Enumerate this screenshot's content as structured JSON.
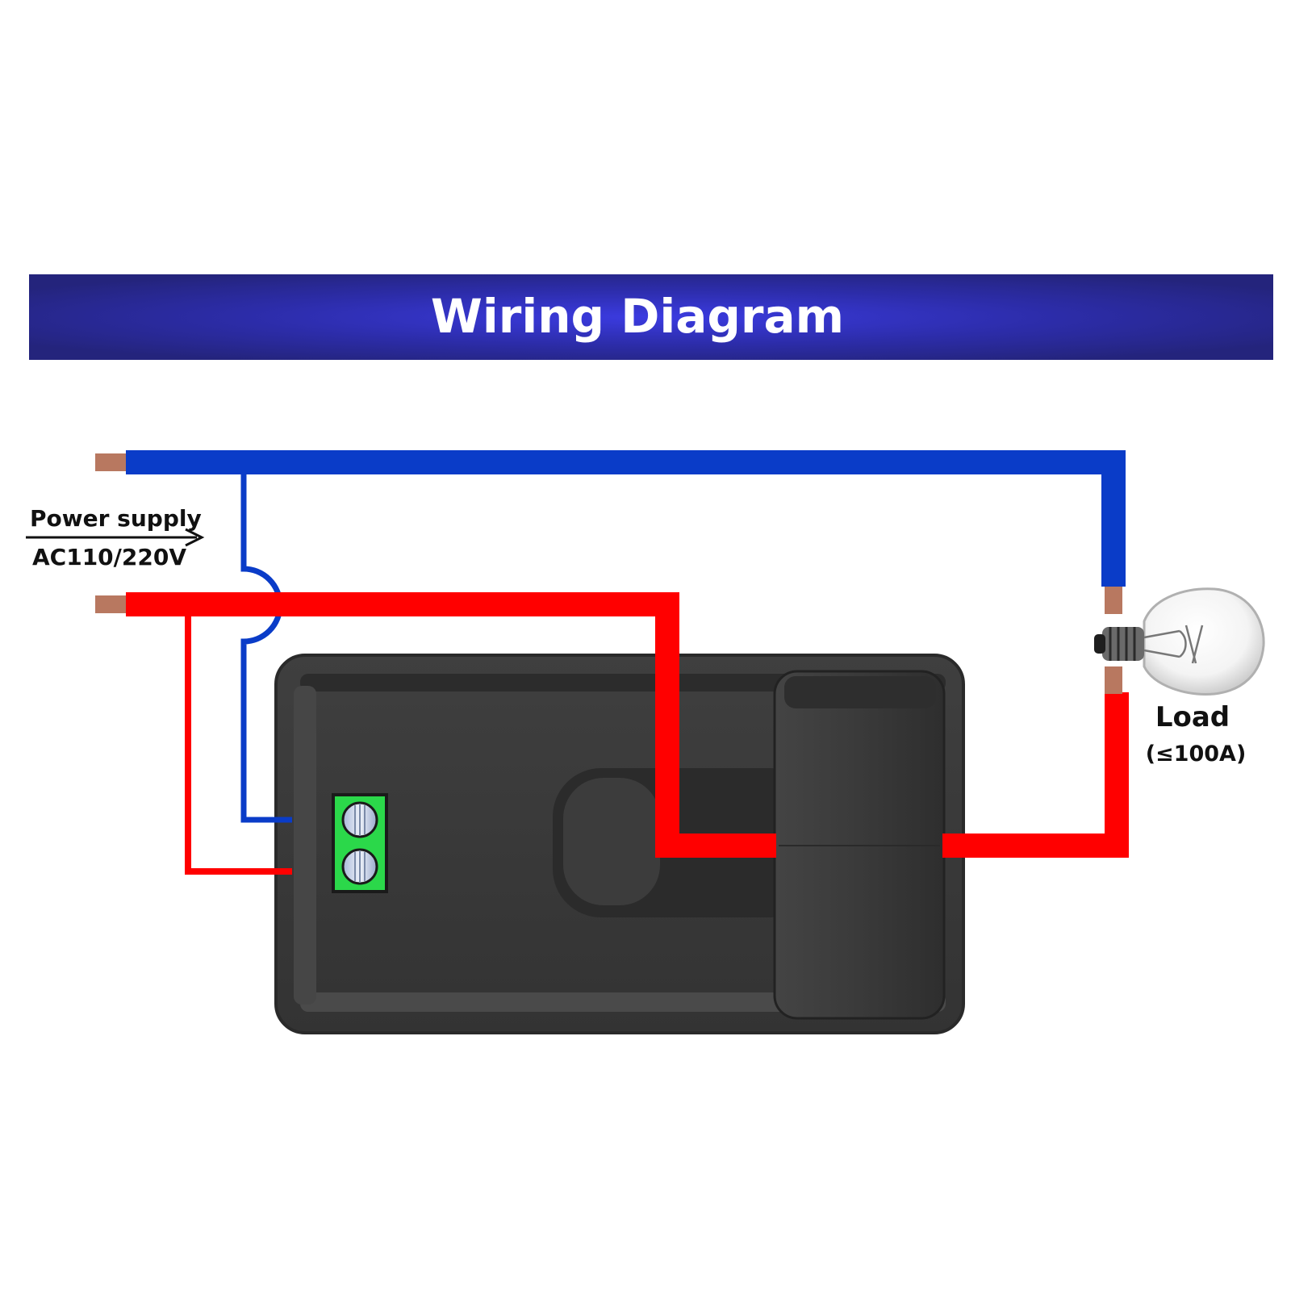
{
  "banner": {
    "title": "Wiring Diagram"
  },
  "power_supply": {
    "label_line1": "Power supply",
    "label_line2": "AC110/220V"
  },
  "load": {
    "label": "Load",
    "rating": "(≤100A)"
  },
  "colors": {
    "banner_dark": "#2a2a8c",
    "banner_glow": "#3a3ad8",
    "neutral_wire": "#0a3cc8",
    "live_wire": "#ff0000",
    "copper": "#b87860",
    "device_body": "#3a3a3a",
    "terminal_green": "#2bd84a"
  }
}
